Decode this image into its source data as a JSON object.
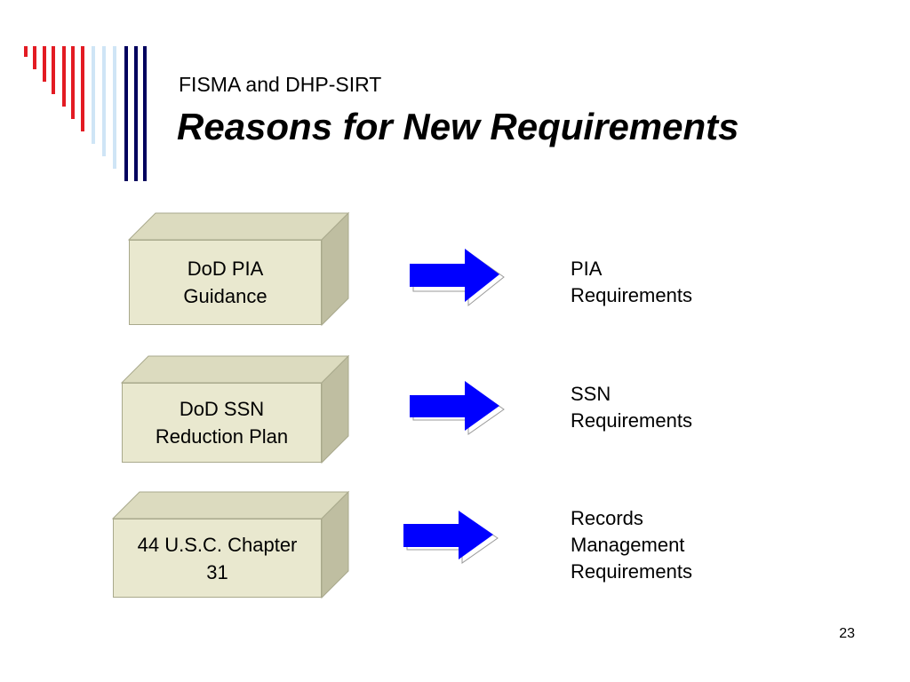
{
  "slide": {
    "subtitle": "FISMA and DHP-SIRT",
    "title": "Reasons for New Requirements",
    "page_number": "23"
  },
  "rows": [
    {
      "source": [
        "DoD PIA",
        "Guidance"
      ],
      "result": [
        "PIA",
        "Requirements"
      ]
    },
    {
      "source": [
        "DoD SSN",
        "Reduction Plan"
      ],
      "result": [
        "SSN",
        "Requirements"
      ]
    },
    {
      "source": [
        "44 U.S.C. Chapter",
        "31"
      ],
      "result": [
        "Records",
        "Management",
        "Requirements"
      ]
    }
  ],
  "colors": {
    "arrow": "#0000ff",
    "box_front": "#e9e8cf",
    "box_side": "#bfbea1",
    "box_top": "#dcdbbf",
    "stripe_red": "#e31b23",
    "stripe_light_blue": "#cfe5f6",
    "stripe_navy": "#00005e"
  }
}
